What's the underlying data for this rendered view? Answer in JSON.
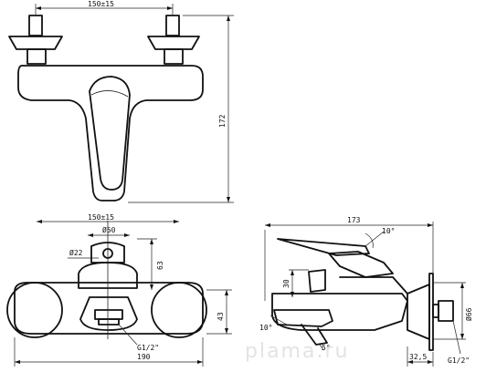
{
  "front_view": {
    "top_width": "150±15",
    "height": "172"
  },
  "bottom_view": {
    "center_width": "150±15",
    "outlet_diameter": "Ø50",
    "inlet_diameter": "Ø22",
    "height_63": "63",
    "height_43": "43",
    "thread": "G1/2\"",
    "overall_width": "190"
  },
  "side_view": {
    "length": "173",
    "handle_angle": "10°",
    "dim_30": "30",
    "angle_10": "10°",
    "angle_5": "5°",
    "flange_diameter": "Ø66",
    "offset": "32,5",
    "thread": "G1/2\""
  },
  "watermark": "plama.ru"
}
